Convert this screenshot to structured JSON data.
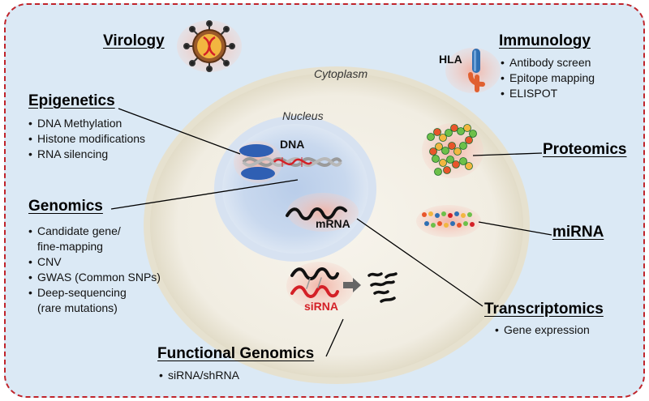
{
  "regions": {
    "cytoplasm": "Cytoplasm",
    "nucleus": "Nucleus"
  },
  "molecules": {
    "dna": "DNA",
    "mrna": "mRNA",
    "sirna": "siRNA",
    "hla": "HLA"
  },
  "virology": {
    "title": "Virology"
  },
  "immunology": {
    "title": "Immunology",
    "items": [
      "Antibody screen",
      "Epitope mapping",
      "ELISPOT"
    ]
  },
  "epigenetics": {
    "title": "Epigenetics",
    "items": [
      "DNA Methylation",
      "Histone modifications",
      "RNA silencing"
    ]
  },
  "genomics": {
    "title": "Genomics",
    "items": [
      {
        "text": "Candidate gene/",
        "bullet": true
      },
      {
        "text": "fine-mapping",
        "bullet": false
      },
      {
        "text": "CNV",
        "bullet": true
      },
      {
        "text": "GWAS (Common SNPs)",
        "bullet": true
      },
      {
        "text": "Deep-sequencing",
        "bullet": true
      },
      {
        "text": "(rare mutations)",
        "bullet": false
      }
    ]
  },
  "proteomics": {
    "title": "Proteomics"
  },
  "mirna": {
    "title": "miRNA"
  },
  "transcriptomics": {
    "title": "Transcriptomics",
    "items": [
      "Gene expression"
    ]
  },
  "functional_genomics": {
    "title": "Functional Genomics",
    "items": [
      "siRNA/shRNA"
    ]
  },
  "colors": {
    "border": "#c0242b",
    "background": "#dbe9f5",
    "cytoplasm": "#f3f0e6",
    "nucleus": "#c9d8ee",
    "highlight": "#f4c2b8",
    "sirna_red": "#d42027"
  }
}
